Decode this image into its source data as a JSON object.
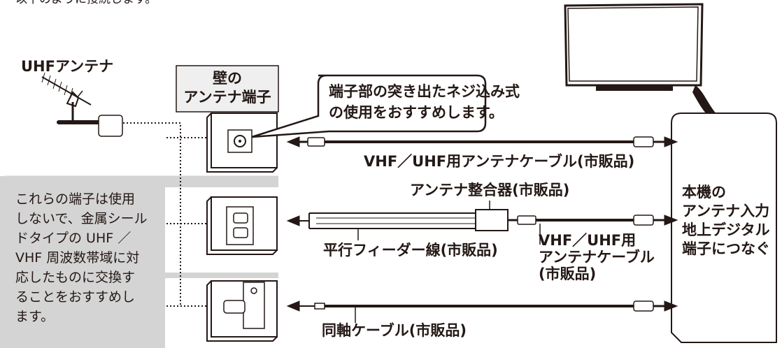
{
  "intro": "以下のように接続します。",
  "uhf_antenna": "UHFアンテナ",
  "wall_label": [
    "壁の",
    "アンテナ端子"
  ],
  "callout": [
    "端子部の突き出たネジ込み式",
    "の使用をおすすめします。"
  ],
  "cable_top": "VHF／UHF用アンテナケーブル(市販品)",
  "matcher": "アンテナ整合器(市販品)",
  "feeder": "平行フィーダー線(市販品)",
  "cable_mid": [
    "VHF／UHF用",
    "アンテナケーブル",
    "(市販品)"
  ],
  "coax": "同軸ケーブル(市販品)",
  "tv_box": [
    "本機の",
    "アンテナ入力",
    "地上デジタル",
    "端子につなぐ"
  ],
  "note": [
    "これらの端子は使用",
    "しないで、金属シール",
    "ドタイプの UHF ／",
    "VHF 周波数帯域に対",
    "応したものに交換す",
    "ることをおすすめし",
    "ます。"
  ],
  "colors": {
    "shade": "#d4d4d4",
    "wall_label_bg": "#efefef",
    "line": "#231815"
  }
}
